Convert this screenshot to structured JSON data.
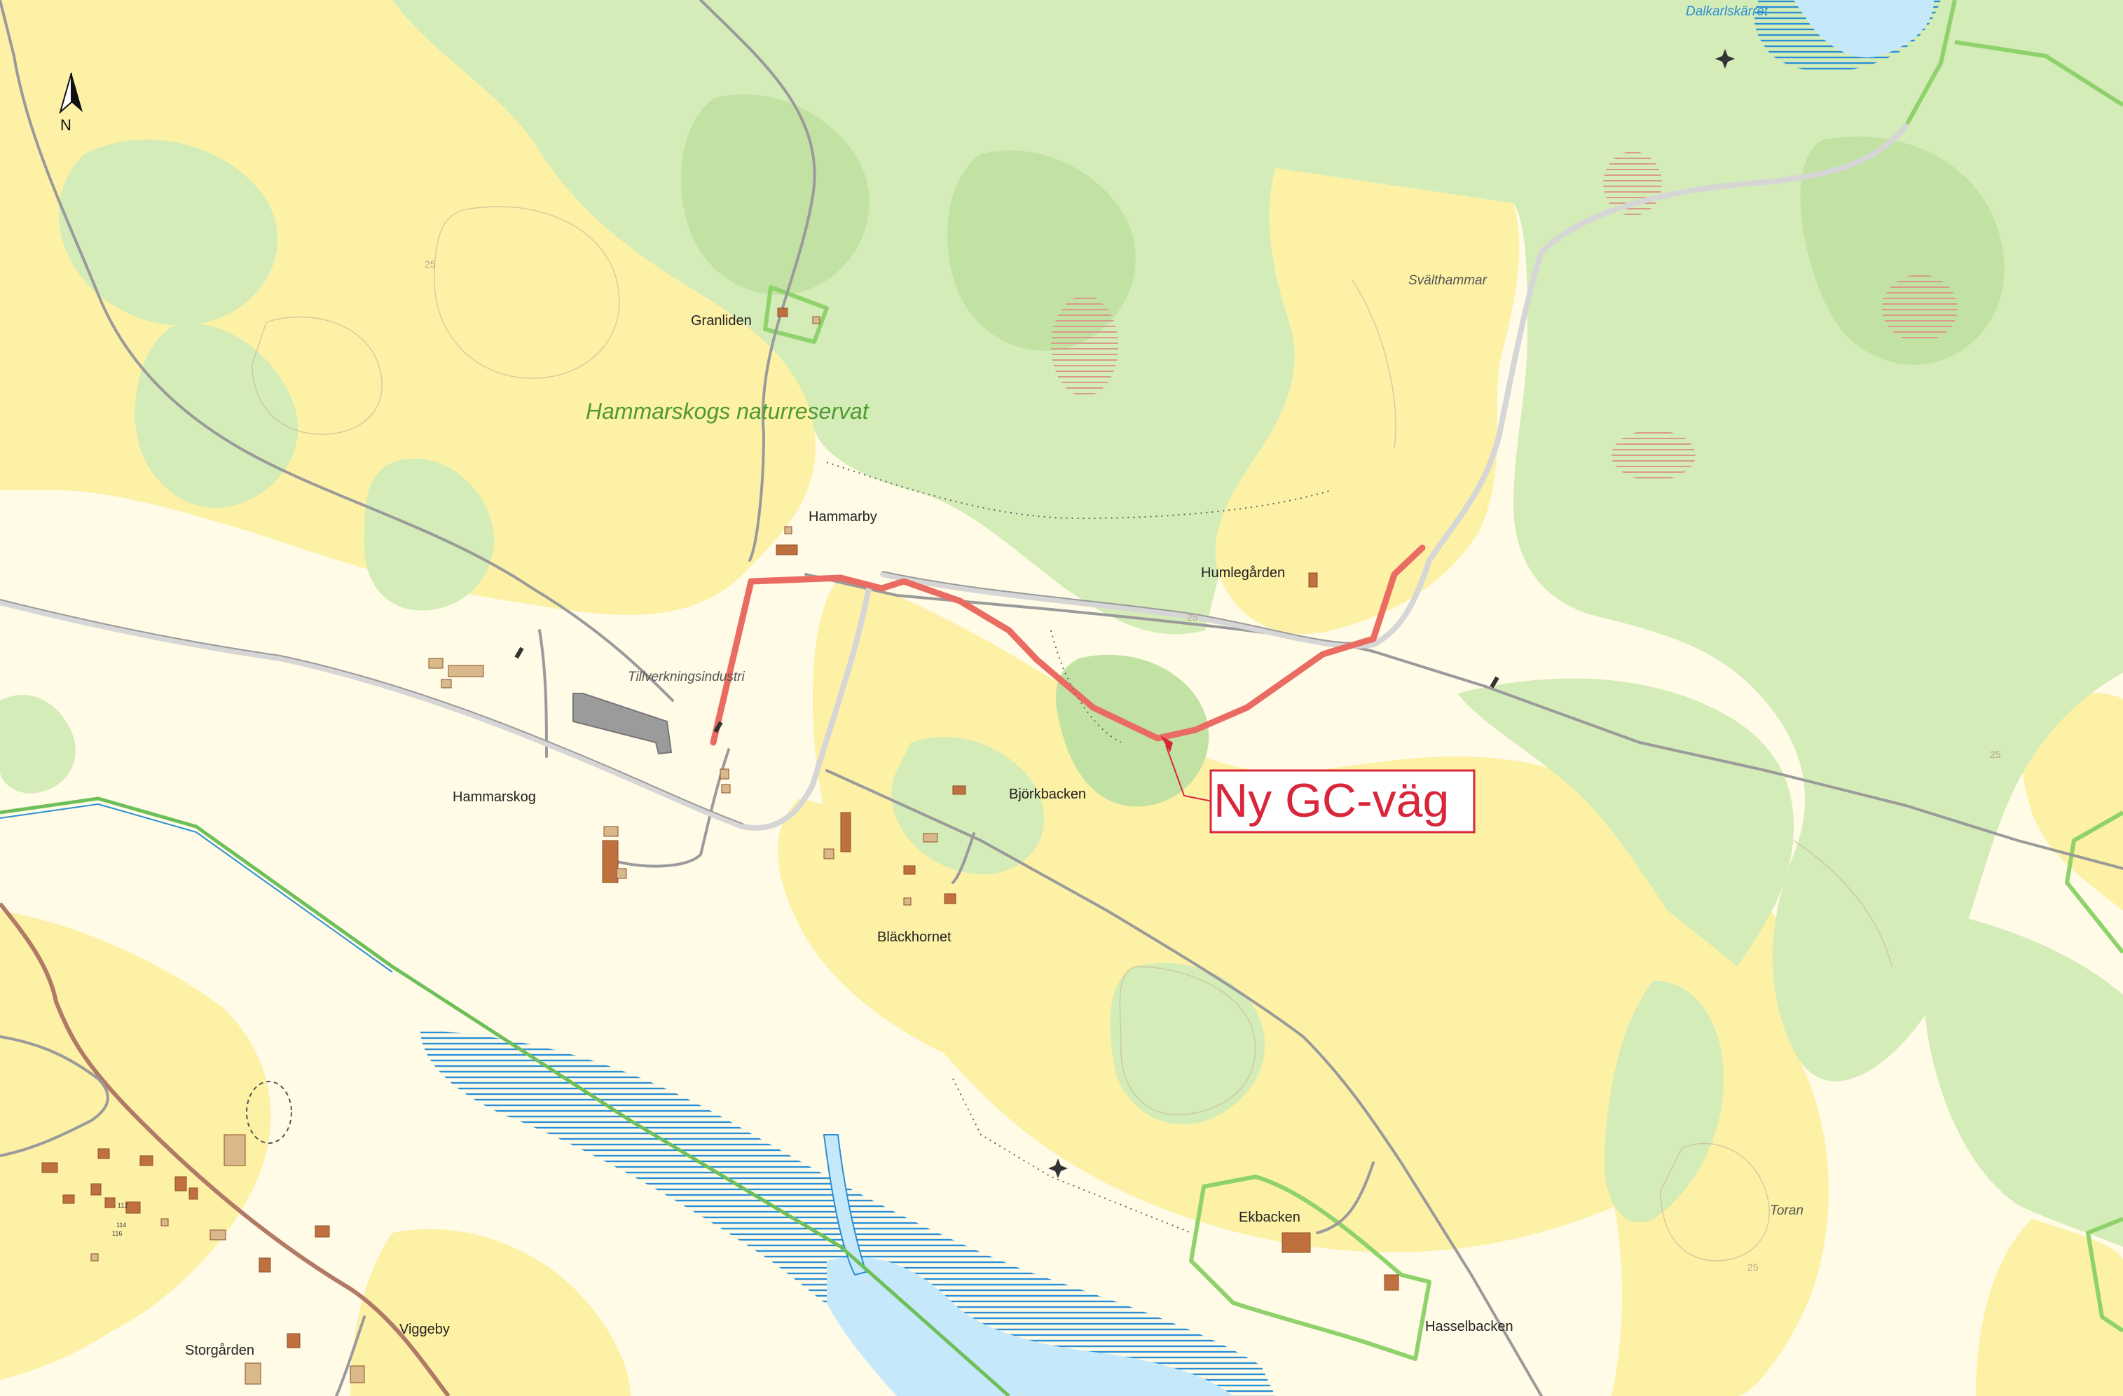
{
  "colors": {
    "field": "#fdf1a6",
    "open": "#fffbe6",
    "forest": "#d4ecb8",
    "forest_dense": "#c2e2a4",
    "water": "#c6e8fb",
    "water_hatch": "#2b8fd6",
    "road": "#9a9a9a",
    "road_light": "#d6d6d6",
    "main_road": "#b07a66",
    "route": "#ea6b62",
    "reserve": "#8fd26c",
    "building": "#c0703e",
    "callout": "#d8263a",
    "reserve_text": "#4e9a2e",
    "water_text": "#2b8fd6"
  },
  "compass": {
    "label": "N",
    "icon": "north-arrow-icon"
  },
  "reserve_label": "Hammarskogs naturreservat",
  "callout": {
    "label": "Ny GC-väg"
  },
  "places": {
    "granliden": "Granliden",
    "hammarby": "Hammarby",
    "humlegarden": "Humlegården",
    "svalthammar": "Svälthammar",
    "tillverkningsindustri": "Tillverkningsindustri",
    "hammarskog": "Hammarskog",
    "bjorkbacken": "Björkbacken",
    "blackhornet": "Bläckhornet",
    "ekbacken": "Ekbacken",
    "hasselbacken": "Hasselbacken",
    "toran": "Toran",
    "viggeby": "Viggeby",
    "storgarden": "Storgården",
    "dalkarlskarret": "Dalkarlskärret"
  },
  "contours": [
    "25",
    "25",
    "25",
    "25"
  ],
  "house_numbers": [
    "112",
    "114",
    "116"
  ]
}
